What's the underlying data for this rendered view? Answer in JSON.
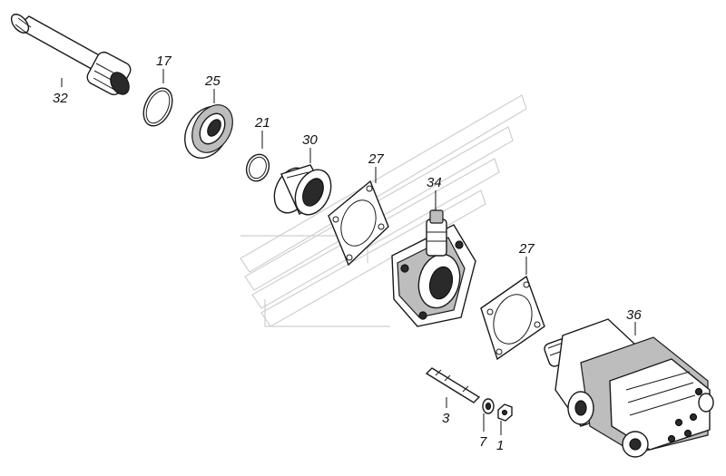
{
  "callouts": [
    {
      "id": "32",
      "label": "32"
    },
    {
      "id": "17",
      "label": "17"
    },
    {
      "id": "25",
      "label": "25"
    },
    {
      "id": "21",
      "label": "21"
    },
    {
      "id": "30",
      "label": "30"
    },
    {
      "id": "27a",
      "label": "27"
    },
    {
      "id": "34",
      "label": "34"
    },
    {
      "id": "27b",
      "label": "27"
    },
    {
      "id": "36",
      "label": "36"
    },
    {
      "id": "3",
      "label": "3"
    },
    {
      "id": "7",
      "label": "7"
    },
    {
      "id": "1",
      "label": "1"
    }
  ],
  "colors": {
    "ink": "#1a1a1a",
    "watermark": "#cfcfcf",
    "background": "#ffffff"
  }
}
